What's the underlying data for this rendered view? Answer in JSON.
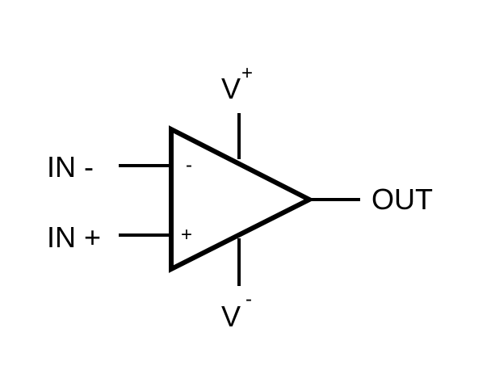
{
  "labels": {
    "in_minus": "IN -",
    "in_plus": "IN +",
    "out": "OUT",
    "v_pos_base": "V",
    "v_pos_sup": "+",
    "v_neg_base": "V",
    "v_neg_sup": "-",
    "inner_minus": "-",
    "inner_plus": "+"
  },
  "colors": {
    "stroke": "#000000",
    "background": "#ffffff"
  }
}
